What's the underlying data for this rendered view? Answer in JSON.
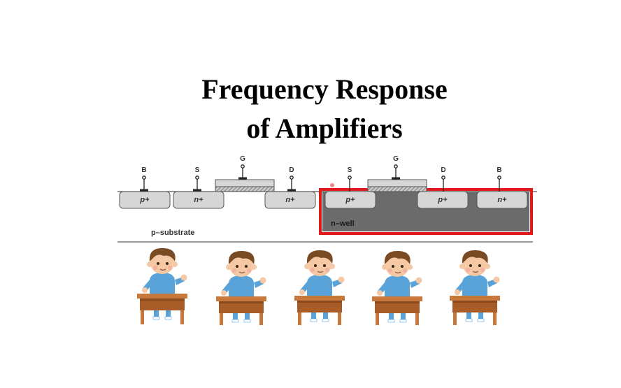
{
  "slide": {
    "title_line1": "Frequency Response",
    "title_line2": "of Amplifiers"
  },
  "cmos_diagram": {
    "nmos": {
      "terminals": [
        "B",
        "S",
        "G",
        "D"
      ],
      "regions": [
        "p+",
        "n+",
        "n+"
      ]
    },
    "pmos": {
      "terminals": [
        "S",
        "G",
        "D",
        "B"
      ],
      "regions": [
        "p+",
        "p+",
        "n+"
      ]
    },
    "substrate_label": "p–substrate",
    "well_label": "n–well",
    "highlight_color": "#e01a1a",
    "well_color": "#6b6b6b",
    "region_color": "#d6d6d6"
  },
  "illustration": {
    "student_count": 5
  }
}
